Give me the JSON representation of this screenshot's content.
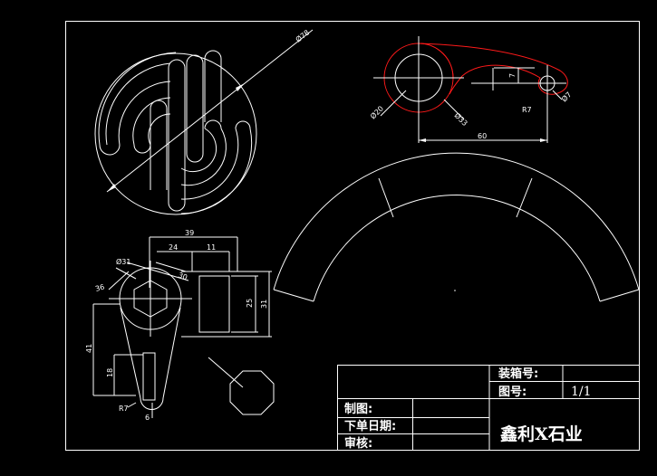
{
  "colors": {
    "background": "#000000",
    "line": "#ffffff",
    "highlight": "#ff1a1a"
  },
  "dimensions": {
    "phi78": "Ø78",
    "phi20": "Ø20",
    "phi33": "Ø33",
    "phi7": "Ø7",
    "r7_top": "R7",
    "d60": "60",
    "d7": "7",
    "d39": "39",
    "d24": "24",
    "d11": "11",
    "phi31": "Ø31",
    "d30": "30",
    "d36": "36",
    "d25": "25",
    "d31": "31",
    "d41": "41",
    "d18": "18",
    "r7_bottom": "R7",
    "d6": "6"
  },
  "title_block": {
    "drawing_no_label": "装箱号:",
    "sheet_label": "图号:",
    "sheet_value": "1/1",
    "drawn_label": "制图:",
    "order_date_label": "下单日期:",
    "review_label": "审核:",
    "company": "鑫利X石业"
  }
}
